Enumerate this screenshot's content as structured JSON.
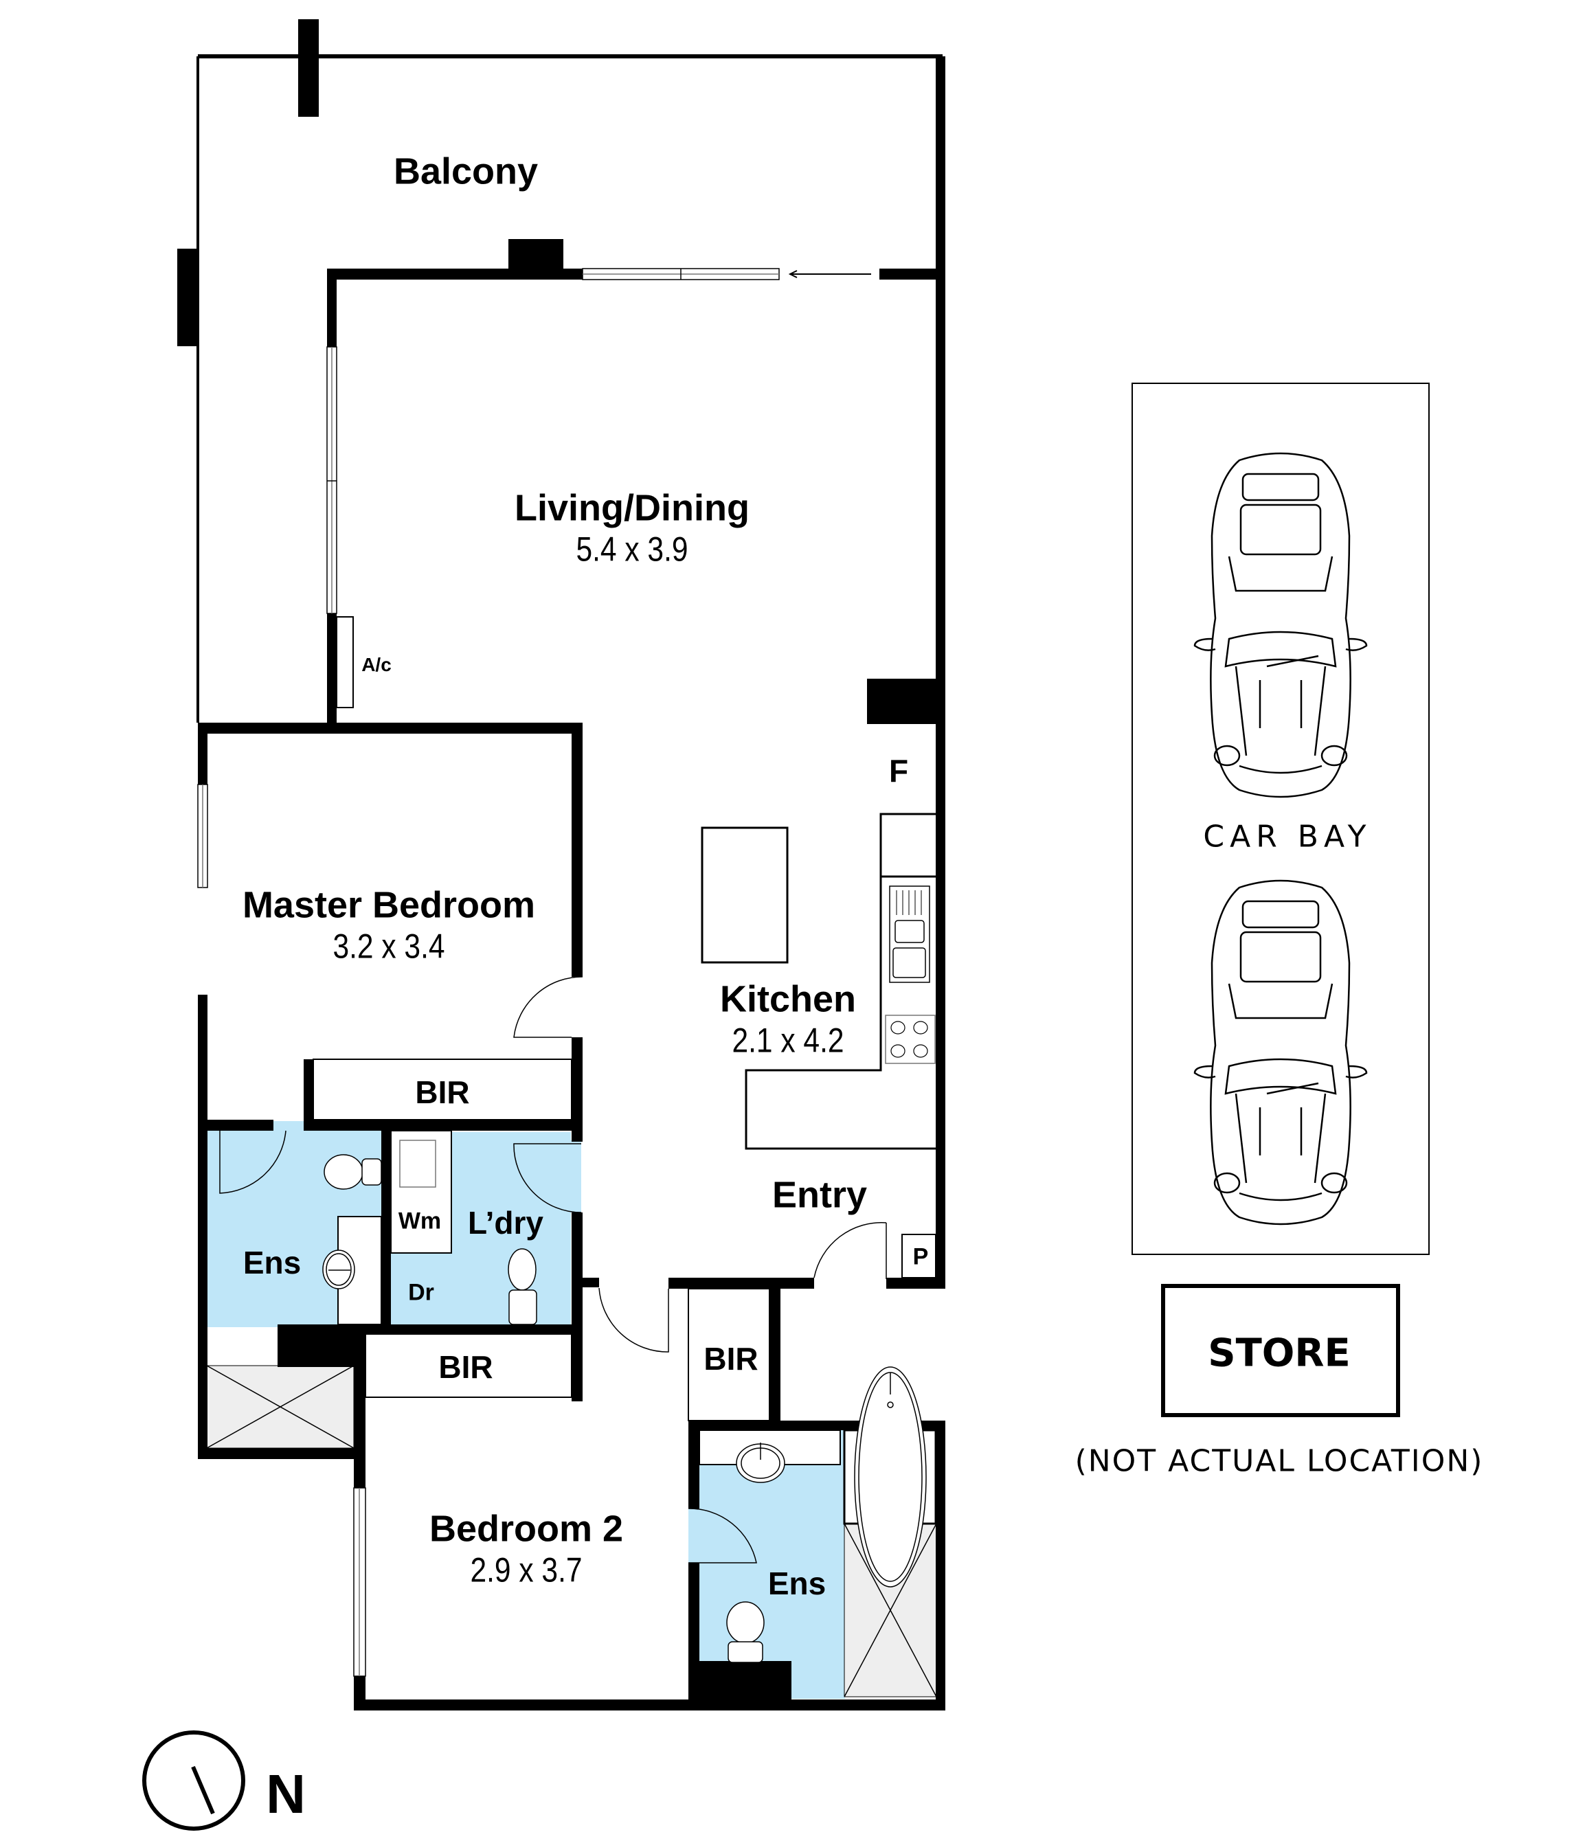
{
  "floorplan": {
    "rooms": [
      {
        "id": "balcony",
        "name": "Balcony",
        "dims": ""
      },
      {
        "id": "living",
        "name": "Living/Dining",
        "dims": "5.4 x 3.9"
      },
      {
        "id": "master",
        "name": "Master Bedroom",
        "dims": "3.2 x 3.4"
      },
      {
        "id": "kitchen",
        "name": "Kitchen",
        "dims": "2.1 x 4.2"
      },
      {
        "id": "bedroom2",
        "name": "Bedroom 2",
        "dims": "2.9 x 3.7"
      },
      {
        "id": "entry",
        "name": "Entry",
        "dims": ""
      }
    ],
    "labels": {
      "ac": "A/c",
      "fridge": "F",
      "pantry": "P",
      "bir_master": "BIR",
      "bir_bed2": "BIR",
      "bir_hall": "BIR",
      "ens_master": "Ens",
      "ens_bed2": "Ens",
      "laundry": "L’dry",
      "washing_machine": "Wm",
      "dryer": "Dr"
    },
    "colors": {
      "wall": "#000000",
      "wet_area": "#bfe6f8",
      "shower": "#eeeeee",
      "background": "#ffffff"
    }
  },
  "car_bay": {
    "label": "CAR BAY",
    "cars": 2
  },
  "store": {
    "label": "STORE",
    "note": "(NOT ACTUAL LOCATION)"
  },
  "compass": {
    "label": "N"
  }
}
